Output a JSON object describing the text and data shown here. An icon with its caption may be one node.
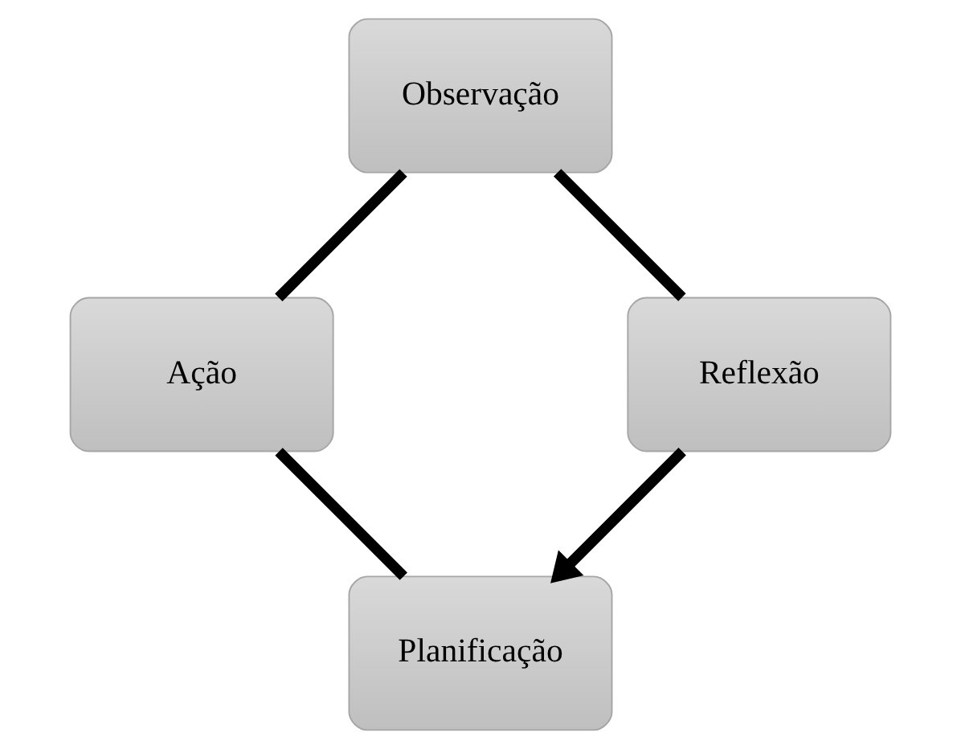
{
  "diagram": {
    "nodes": [
      {
        "text": [
          "Planificação"
        ]
      },
      {
        "text": [
          "Ação"
        ]
      },
      {
        "text": [
          "Observação"
        ]
      },
      {
        "text": [
          "Reflexão"
        ]
      }
    ],
    "edges": [
      {
        "from": 0,
        "to": 1,
        "arrow": "none"
      },
      {
        "from": 1,
        "to": 2,
        "arrow": "none"
      },
      {
        "from": 2,
        "to": 3,
        "arrow": "none"
      },
      {
        "from": 3,
        "to": 0,
        "arrow": "to"
      }
    ]
  }
}
